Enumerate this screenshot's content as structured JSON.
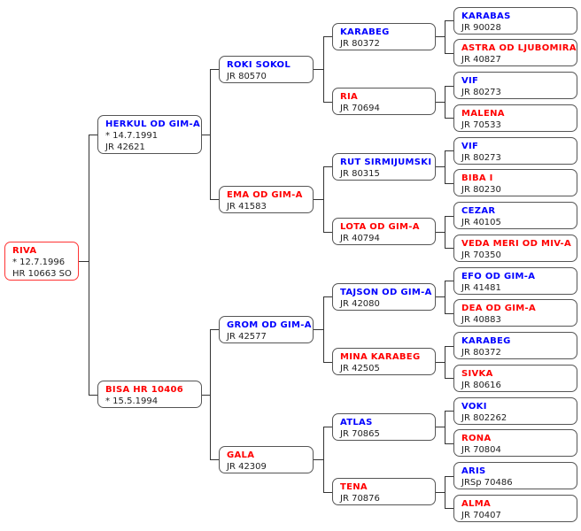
{
  "colors": {
    "male": "#0000ff",
    "female": "#ff0000"
  },
  "generations": [
    [
      {
        "name": "RIVA",
        "sex": "female",
        "lines": [
          "* 12.7.1996",
          "HR 10663 SO"
        ]
      }
    ],
    [
      {
        "name": "HERKUL OD GIM-A",
        "sex": "male",
        "lines": [
          "* 14.7.1991",
          "JR 42621"
        ]
      },
      {
        "name": "BISA HR 10406",
        "sex": "female",
        "lines": [
          "* 15.5.1994"
        ]
      }
    ],
    [
      {
        "name": "ROKI SOKOL",
        "sex": "male",
        "lines": [
          "JR 80570"
        ]
      },
      {
        "name": "EMA OD GIM-A",
        "sex": "female",
        "lines": [
          "JR 41583"
        ]
      },
      {
        "name": "GROM OD GIM-A",
        "sex": "male",
        "lines": [
          "JR 42577"
        ]
      },
      {
        "name": "GALA",
        "sex": "female",
        "lines": [
          "JR 42309"
        ]
      }
    ],
    [
      {
        "name": "KARABEG",
        "sex": "male",
        "lines": [
          "JR 80372"
        ]
      },
      {
        "name": "RIA",
        "sex": "female",
        "lines": [
          "JR 70694"
        ]
      },
      {
        "name": "RUT SIRMIJUMSKI",
        "sex": "male",
        "lines": [
          "JR 80315"
        ]
      },
      {
        "name": "LOTA OD GIM-A",
        "sex": "female",
        "lines": [
          "JR 40794"
        ]
      },
      {
        "name": "TAJSON OD GIM-A",
        "sex": "male",
        "lines": [
          "JR 42080"
        ]
      },
      {
        "name": "MINA KARABEG",
        "sex": "female",
        "lines": [
          "JR 42505"
        ]
      },
      {
        "name": "ATLAS",
        "sex": "male",
        "lines": [
          "JR 70865"
        ]
      },
      {
        "name": "TENA",
        "sex": "female",
        "lines": [
          "JR 70876"
        ]
      }
    ],
    [
      {
        "name": "KARABAS",
        "sex": "male",
        "lines": [
          "JR 90028"
        ]
      },
      {
        "name": "ASTRA OD LJUBOMIRA",
        "sex": "female",
        "lines": [
          "JR 40827"
        ]
      },
      {
        "name": "VIF",
        "sex": "male",
        "lines": [
          "JR 80273"
        ]
      },
      {
        "name": "MALENA",
        "sex": "female",
        "lines": [
          "JR 70533"
        ]
      },
      {
        "name": "VIF",
        "sex": "male",
        "lines": [
          "JR 80273"
        ]
      },
      {
        "name": "BIBA I",
        "sex": "female",
        "lines": [
          "JR 80230"
        ]
      },
      {
        "name": "CEZAR",
        "sex": "male",
        "lines": [
          "JR 40105"
        ]
      },
      {
        "name": "VEDA MERI OD MIV-A",
        "sex": "female",
        "lines": [
          "JR 70350"
        ]
      },
      {
        "name": "EFO OD GIM-A",
        "sex": "male",
        "lines": [
          "JR 41481"
        ]
      },
      {
        "name": "DEA OD GIM-A",
        "sex": "female",
        "lines": [
          "JR 40883"
        ]
      },
      {
        "name": "KARABEG",
        "sex": "male",
        "lines": [
          "JR 80372"
        ]
      },
      {
        "name": "SIVKA",
        "sex": "female",
        "lines": [
          "JR 80616"
        ]
      },
      {
        "name": "VOKI",
        "sex": "male",
        "lines": [
          "JR 802262"
        ]
      },
      {
        "name": "RONA",
        "sex": "female",
        "lines": [
          "JR 70804"
        ]
      },
      {
        "name": "ARIS",
        "sex": "male",
        "lines": [
          "JRSp 70486"
        ]
      },
      {
        "name": "ALMA",
        "sex": "female",
        "lines": [
          "JR 70407"
        ]
      }
    ]
  ]
}
